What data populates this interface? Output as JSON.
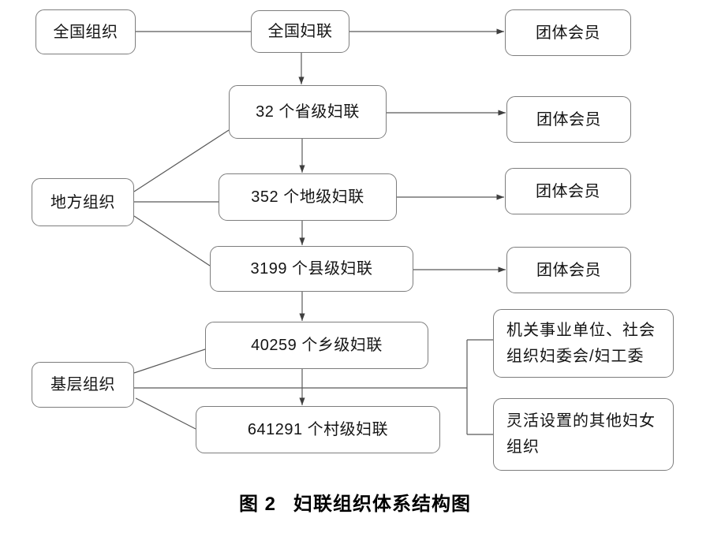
{
  "palette": {
    "line_color": "#595959",
    "box_border_color": "#7d7d7d",
    "text_color": "#141414",
    "background_color": "#ffffff"
  },
  "levels": {
    "national": "全国组织",
    "local": "地方组织",
    "grassroots": "基层组织"
  },
  "nodes": {
    "national_federation": "全国妇联",
    "provincial_federation": "32 个省级妇联",
    "prefectural_federation": "352 个地级妇联",
    "county_federation": "3199 个县级妇联",
    "township_federation": "40259 个乡级妇联",
    "village_federation": "641291 个村级妇联",
    "group_member": "团体会员",
    "org_women_committee": "机关事业单位、社会组织妇委会/妇工委",
    "flexible_women_org": "灵活设置的其他妇女组织"
  },
  "caption": {
    "figure_label": "图 2",
    "title": "妇联组织体系结构图"
  }
}
